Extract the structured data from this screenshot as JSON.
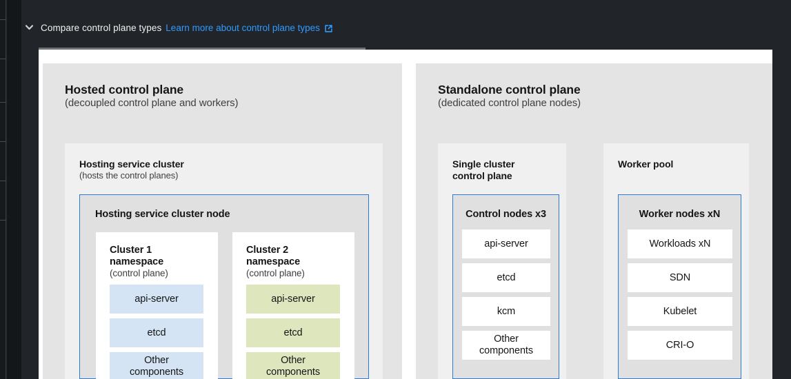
{
  "header": {
    "chevron_icon": "chevron-down-icon",
    "title": "Compare control plane types",
    "link_label": "Learn more about control plane types",
    "link_icon": "external-link-icon",
    "link_color": "#2f9bff"
  },
  "scrollbar": {
    "orientation": "horizontal",
    "thumb_color": "#6e7277"
  },
  "diagram": {
    "columns": [
      {
        "id": "hosted",
        "title": "Hosted control plane",
        "subtitle": "(decoupled control plane and workers)",
        "clusters": [
          {
            "id": "hosting-service-cluster",
            "title": "Hosting service cluster",
            "subtitle": "(hosts the control planes)",
            "node": {
              "title": "Hosting service cluster node",
              "border_color": "#2b7bd6",
              "namespaces": [
                {
                  "title": "Cluster 1\nnamespace",
                  "subtitle": "(control plane)",
                  "accent": "#d4e4f4",
                  "components": [
                    "api-server",
                    "etcd",
                    "Other\ncomponents"
                  ]
                },
                {
                  "title": "Cluster 2\nnamespace",
                  "subtitle": "(control plane)",
                  "accent": "#dee6be",
                  "components": [
                    "api-server",
                    "etcd",
                    "Other\ncomponents"
                  ]
                }
              ]
            }
          }
        ]
      },
      {
        "id": "standalone",
        "title": "Standalone control plane",
        "subtitle": "(dedicated control plane nodes)",
        "clusters": [
          {
            "id": "single-cluster-control-plane",
            "title": "Single cluster\ncontrol plane",
            "subtitle": "",
            "node": {
              "title": "Control nodes  x3",
              "border_color": "#2b7bd6",
              "components": [
                "api-server",
                "etcd",
                "kcm",
                "Other\ncomponents"
              ]
            }
          },
          {
            "id": "worker-pool",
            "title": "Worker pool",
            "subtitle": "",
            "node": {
              "title": "Worker nodes  xN",
              "border_color": "#2b7bd6",
              "components": [
                "Workloads  xN",
                "SDN",
                "Kubelet",
                "CRI-O"
              ]
            }
          }
        ]
      }
    ]
  },
  "colors": {
    "app_background": "#212529",
    "panel_background": "#ffffff",
    "plane_background": "#e4e4e4",
    "cluster_background": "#f0f0f0",
    "node_background": "#e0e0e0",
    "node_border": "#2b7bd6",
    "blue_component": "#d4e4f4",
    "green_component": "#dee6be"
  }
}
